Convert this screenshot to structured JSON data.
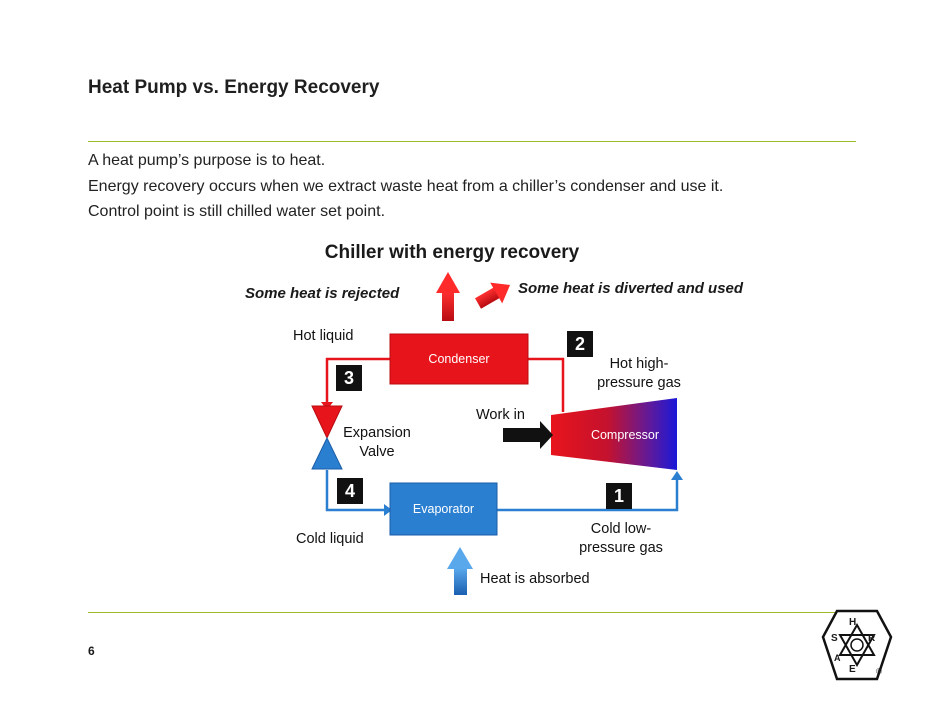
{
  "slide": {
    "title": "Heat Pump vs. Energy Recovery",
    "lines": [
      "A heat pump’s purpose is to heat.",
      "Energy recovery occurs when we extract waste heat from a chiller’s condenser and use it.",
      "Control point is still chilled water set point."
    ],
    "page_number": "6"
  },
  "diagram": {
    "title": "Chiller with energy recovery",
    "heat_rejected": "Some heat is rejected",
    "heat_diverted": "Some heat is diverted and used",
    "hot_liquid": "Hot liquid",
    "condenser": "Condenser",
    "hot_gas_line1": "Hot high-",
    "hot_gas_line2": "pressure gas",
    "work_in": "Work in",
    "compressor": "Compressor",
    "expansion_line1": "Expansion",
    "expansion_line2": "Valve",
    "evaporator": "Evaporator",
    "cold_gas_line1": "Cold low-",
    "cold_gas_line2": "pressure gas",
    "cold_liquid": "Cold liquid",
    "heat_absorbed": "Heat is absorbed",
    "steps": [
      "1",
      "2",
      "3",
      "4"
    ],
    "colors": {
      "hot": "#e8141c",
      "cold": "#2a7fd0",
      "rule": "#9bbb2a"
    }
  },
  "logo": {
    "letters": [
      "S",
      "H",
      "R",
      "A",
      "E"
    ],
    "mark": "®"
  }
}
